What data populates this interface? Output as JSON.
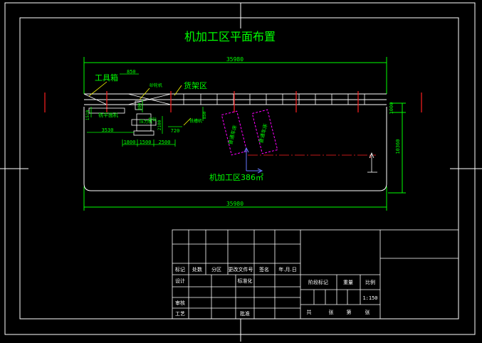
{
  "title": "机加工区平面布置",
  "dimensions": {
    "top_total": "35980",
    "bottom_total": "35980",
    "small_top": "850",
    "left_height": "1510",
    "left_width": "3530",
    "d_300": "300",
    "d_2100": "2100",
    "d_720": "720",
    "d_850b": "850",
    "d_1800": "1800",
    "d_1500": "1500",
    "d_2500": "2500",
    "right_1000": "1000",
    "right_10360": "10360"
  },
  "labels": {
    "toolbox": "工具箱",
    "rack_area": "货架区",
    "grinder": "砂轮机",
    "bench_drill": "台钻",
    "slot_machine": "铣槽机",
    "milling": "铣平面机",
    "press": "压力机",
    "lathe_1": "普通车床",
    "lathe_2": "普通车床",
    "area_note": "机加工区386㎡"
  },
  "title_block": {
    "r4": [
      "标记",
      "处数",
      "分区",
      "更改文件号",
      "签名",
      "年.月.日"
    ],
    "design": "设计",
    "standardize": "标准化",
    "review": "审核",
    "process": "工艺",
    "approve": "批准",
    "stage_header": [
      "阶段标记",
      "重量",
      "比例"
    ],
    "scale": "1:150",
    "bottom": [
      "共",
      "张",
      "第",
      "张"
    ]
  },
  "colors": {
    "line": "#ffffff",
    "dim": "#00ff00",
    "mark": "#ff2020",
    "equip": "#ff00ff",
    "leader": "#ffff00",
    "axis": "#3355ff"
  }
}
